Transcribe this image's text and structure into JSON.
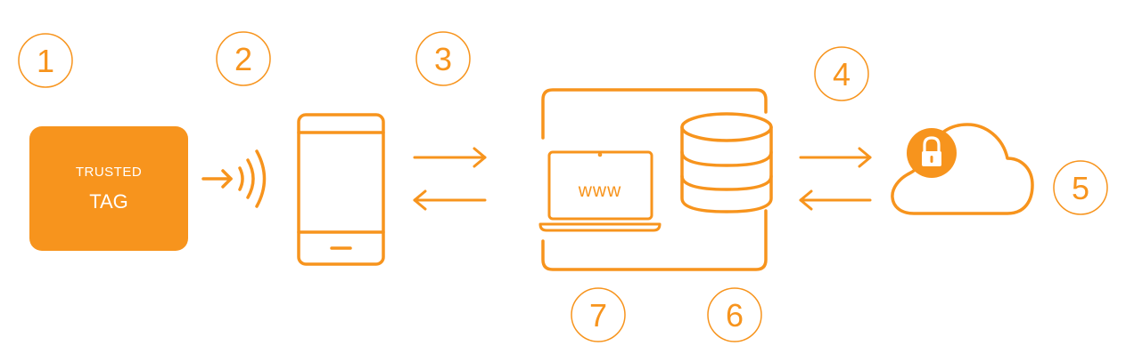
{
  "colors": {
    "accent": "#f7941d",
    "background": "#ffffff",
    "tag_text": "#ffffff"
  },
  "steps": [
    {
      "id": "step-1",
      "label": "1"
    },
    {
      "id": "step-2",
      "label": "2"
    },
    {
      "id": "step-3",
      "label": "3"
    },
    {
      "id": "step-4",
      "label": "4"
    },
    {
      "id": "step-5",
      "label": "5"
    },
    {
      "id": "step-6",
      "label": "6"
    },
    {
      "id": "step-7",
      "label": "7"
    }
  ],
  "tag": {
    "line1": "TRUSTED",
    "line2": "TAG"
  },
  "laptop": {
    "screen_text": "www"
  },
  "icons": [
    "trusted-tag-icon",
    "nfc-waves-icon",
    "smartphone-icon",
    "laptop-icon",
    "database-icon",
    "cloud-icon",
    "padlock-icon",
    "arrow-right-icon",
    "arrow-left-icon"
  ]
}
